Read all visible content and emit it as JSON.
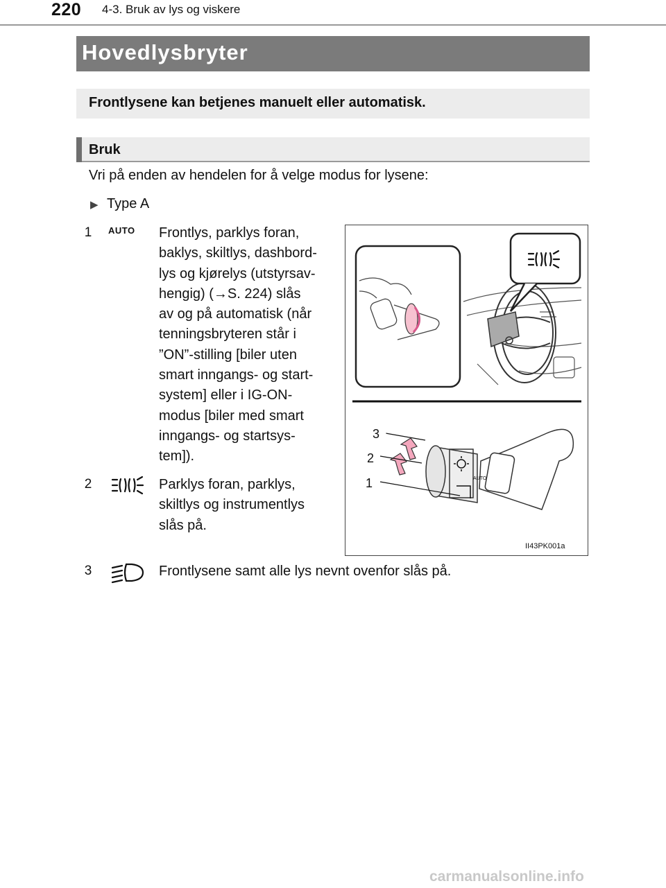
{
  "header": {
    "page_number": "220",
    "chapter": "4-3. Bruk av lys og viskere"
  },
  "title": "Hovedlysbryter",
  "intro": "Frontlysene kan betjenes manuelt eller automatisk.",
  "section": {
    "heading": "Bruk",
    "instruction": "Vri på enden av hendelen for å velge modus for lysene:",
    "type_label": "Type A"
  },
  "items": [
    {
      "number": "1",
      "symbol": "AUTO",
      "icon": "auto-icon",
      "lines": [
        "Frontlys, parklys foran,",
        "baklys, skiltlys, dashbord-",
        "lys og kjørelys (utstyrsav-",
        "hengig) (→S. 224) slås",
        "av og på automatisk (når",
        "tenningsbryteren står i",
        "”ON”-stilling [biler uten",
        "smart inngangs- og start-",
        "system] eller i IG-ON-",
        "modus [biler med smart",
        "inngangs- og startsys-",
        "tem])."
      ]
    },
    {
      "number": "2",
      "icon": "parking-light-icon",
      "lines": [
        "Parklys foran, parklys,",
        "skiltlys og instrumentlys",
        "slås på."
      ]
    },
    {
      "number": "3",
      "icon": "headlight-icon",
      "text": "Frontlysene samt alle lys nevnt ovenfor slås på."
    }
  ],
  "figure": {
    "code": "II43PK001a",
    "callouts": [
      "3",
      "2",
      "1"
    ],
    "switch_label": "AUTO"
  },
  "watermark": "carmanualsonline.info"
}
